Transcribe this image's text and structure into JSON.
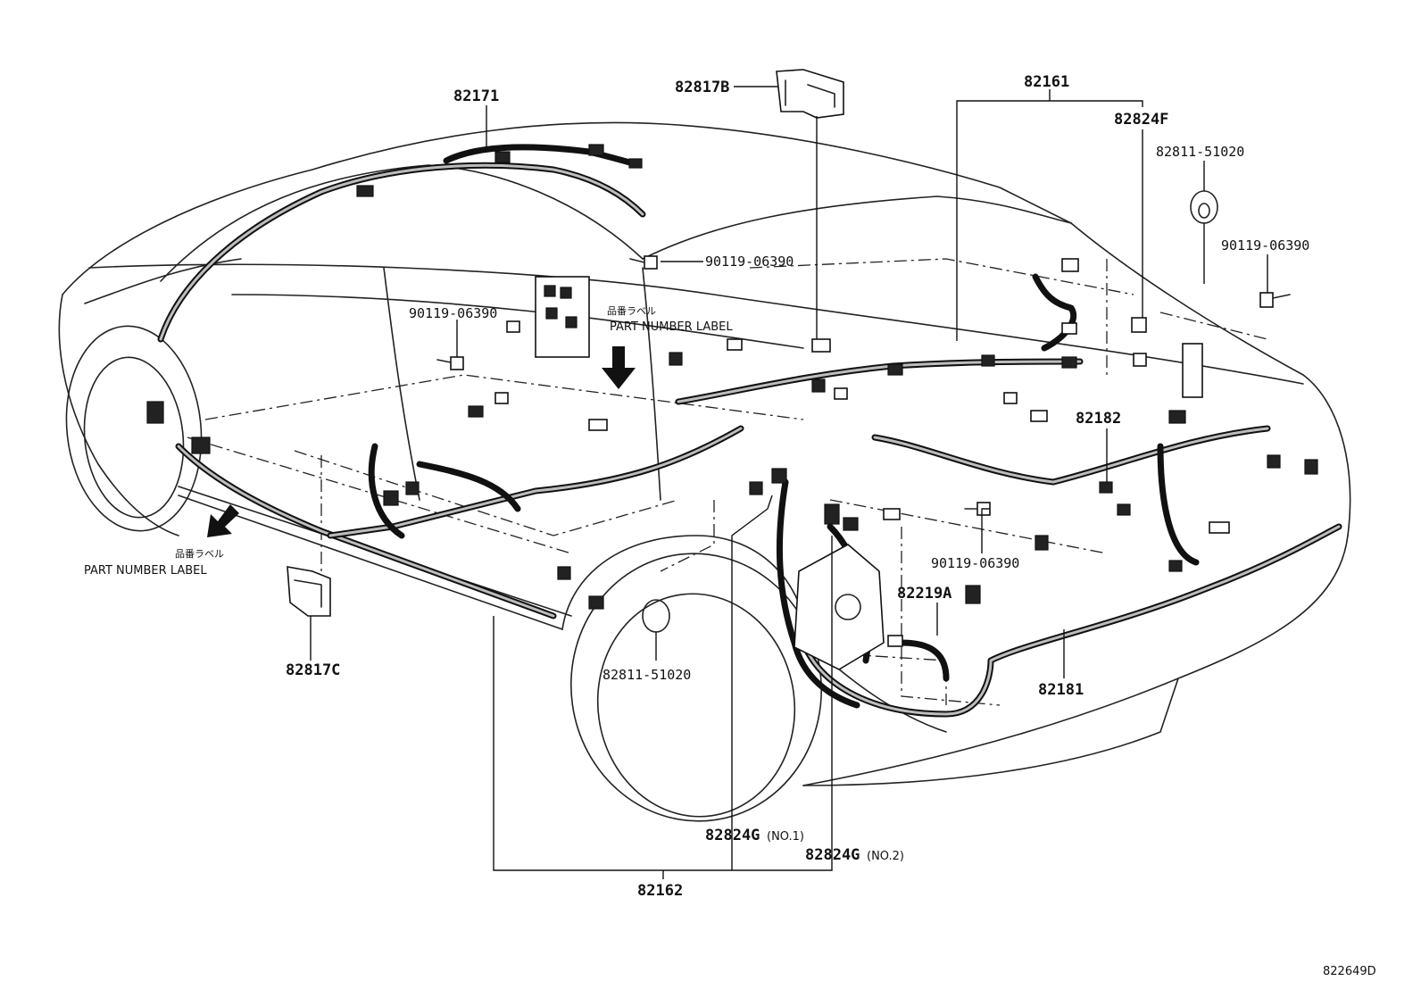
{
  "labels": {
    "p82171": "82171",
    "p82817B": "82817B",
    "p82161": "82161",
    "p82824F": "82824F",
    "p82811_top": "82811-51020",
    "p90119_right": "90119-06390",
    "p90119_roof": "90119-06390",
    "p90119_left": "90119-06390",
    "p82182": "82182",
    "p90119_mid": "90119-06390",
    "p82219A": "82219A",
    "p82181": "82181",
    "p82817C": "82817C",
    "p82811_bottom": "82811-51020",
    "p82824G1": "82824G",
    "p82824G1_suffix": "(NO.1)",
    "p82824G2": "82824G",
    "p82824G2_suffix": "(NO.2)",
    "p82162": "82162",
    "label_jp_center": "品番ラベル",
    "label_en_center": "PART NUMBER LABEL",
    "label_jp_left": "品番ラベル",
    "label_en_left": "PART NUMBER LABEL",
    "diagram_id": "822649D"
  },
  "icons": [
    "bolt-icon",
    "grommet-icon",
    "bracket-icon",
    "connector-icon",
    "arrow-down-icon"
  ]
}
